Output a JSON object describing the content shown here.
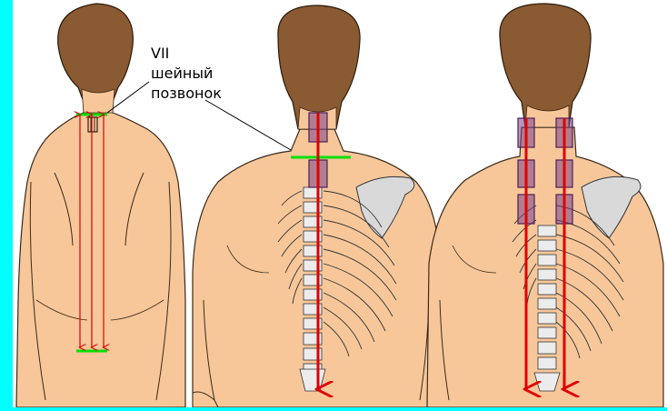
{
  "labels": {
    "line1": "VII",
    "line2": "шейный",
    "line3": "позвонок"
  },
  "colors": {
    "frame": "#00ffff",
    "background": "#ffffff",
    "skin": "#f7c79a",
    "hair": "#8a5a32",
    "bone": "#e2e2e2",
    "marker_line": "#00e000",
    "arrow": "#e00000",
    "vertebra_block": "#7a3f8a"
  },
  "figures": [
    "figure-left-back-measurement",
    "figure-middle-spine",
    "figure-right-spine"
  ]
}
